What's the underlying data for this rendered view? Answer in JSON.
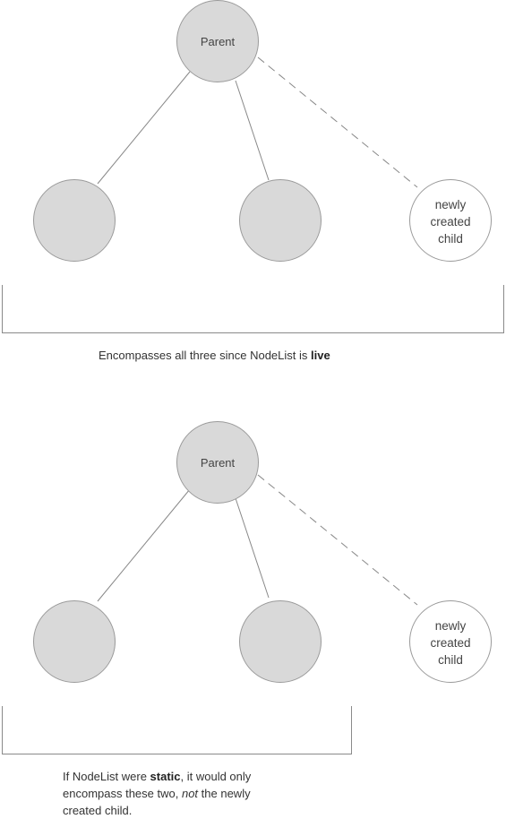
{
  "diagrams": [
    {
      "parent_label": "Parent",
      "new_child_label": "newly\ncreated\nchild",
      "caption_parts": [
        "Encompasses all three since NodeList is ",
        "live",
        ""
      ],
      "scope": "all-three"
    },
    {
      "parent_label": "Parent",
      "new_child_label": "newly\ncreated\nchild",
      "caption_parts": [
        "If NodeList were ",
        "static",
        ", it would only encompass these two, ",
        "not",
        " the newly created child."
      ],
      "scope": "first-two"
    }
  ],
  "colors": {
    "node_fill": "#d9d9d9",
    "node_stroke": "#9a9a9a",
    "edge": "#888888",
    "text": "#333333"
  }
}
